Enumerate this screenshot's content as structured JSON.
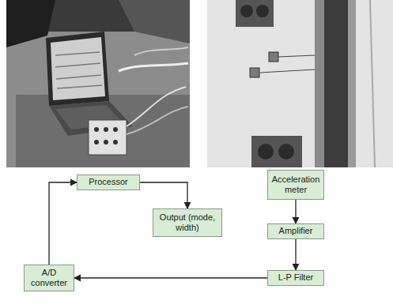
{
  "diagram": {
    "nodes": [
      {
        "text": [
          "Processor"
        ]
      },
      {
        "text": [
          "Acceleration meter"
        ]
      },
      {
        "text": [
          "Output (mode, width)"
        ]
      },
      {
        "text": [
          "Amplifier"
        ]
      },
      {
        "text": [
          "A/D converter"
        ]
      },
      {
        "text": [
          "L-P Filter"
        ]
      }
    ],
    "edges": [
      {
        "from": 0,
        "to": 2,
        "arrow": "to"
      },
      {
        "from": 1,
        "to": 3,
        "arrow": "to"
      },
      {
        "from": 3,
        "to": 5,
        "arrow": "to"
      },
      {
        "from": 5,
        "to": 4,
        "arrow": "to"
      },
      {
        "from": 4,
        "to": 0,
        "arrow": "to"
      }
    ]
  }
}
